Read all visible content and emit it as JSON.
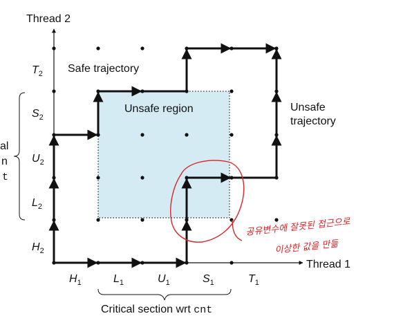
{
  "axes": {
    "y_title": "Thread 2",
    "x_title": "Thread 1",
    "x_ticks": [
      {
        "main": "H",
        "sub": "1"
      },
      {
        "main": "L",
        "sub": "1"
      },
      {
        "main": "U",
        "sub": "1"
      },
      {
        "main": "S",
        "sub": "1"
      },
      {
        "main": "T",
        "sub": "1"
      }
    ],
    "y_ticks": [
      {
        "main": "T",
        "sub": "2"
      },
      {
        "main": "S",
        "sub": "2"
      },
      {
        "main": "U",
        "sub": "2"
      },
      {
        "main": "L",
        "sub": "2"
      },
      {
        "main": "H",
        "sub": "2"
      }
    ]
  },
  "labels": {
    "safe": "Safe trajectory",
    "unsafe_region": "Unsafe region",
    "unsafe_trajectory_line1": "Unsafe",
    "unsafe_trajectory_line2": "trajectory",
    "critical_x_text": "Critical section wrt ",
    "critical_x_code": "cnt",
    "critical_y_line1": "al",
    "critical_y_line2": "n",
    "critical_y_line3": "t"
  },
  "annotation": {
    "line1": "공유변수에 잘못된 접근으로",
    "line2": "이상한 값을 만듦",
    "color": "#dd2222"
  },
  "colors": {
    "unsafe_fill": "#d4ebf3",
    "ink": "#111111"
  }
}
